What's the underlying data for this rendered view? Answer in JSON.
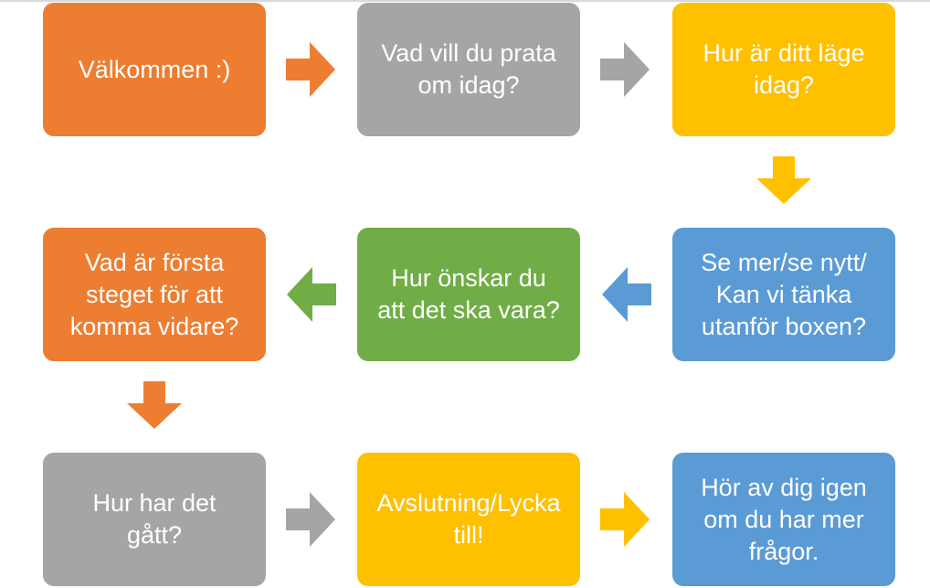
{
  "colors": {
    "orange": "#ed7d31",
    "gray": "#a5a5a5",
    "yellow": "#ffc000",
    "blue": "#5b9bd5",
    "green": "#70ad47"
  },
  "steps": [
    {
      "text": "Välkommen :)"
    },
    {
      "text": "Vad vill du prata\nom idag?"
    },
    {
      "text": "Hur är ditt läge\nidag?"
    },
    {
      "text": "Se mer/se nytt/\nKan vi tänka\nutanför boxen?"
    },
    {
      "text": "Hur önskar du\natt det ska vara?"
    },
    {
      "text": "Vad är första\nsteget för att\nkomma vidare?"
    },
    {
      "text": "Hur har det\ngått?"
    },
    {
      "text": "Avslutning/Lycka\ntill!"
    },
    {
      "text": "Hör av dig igen\nom du har mer\nfrågor."
    }
  ]
}
